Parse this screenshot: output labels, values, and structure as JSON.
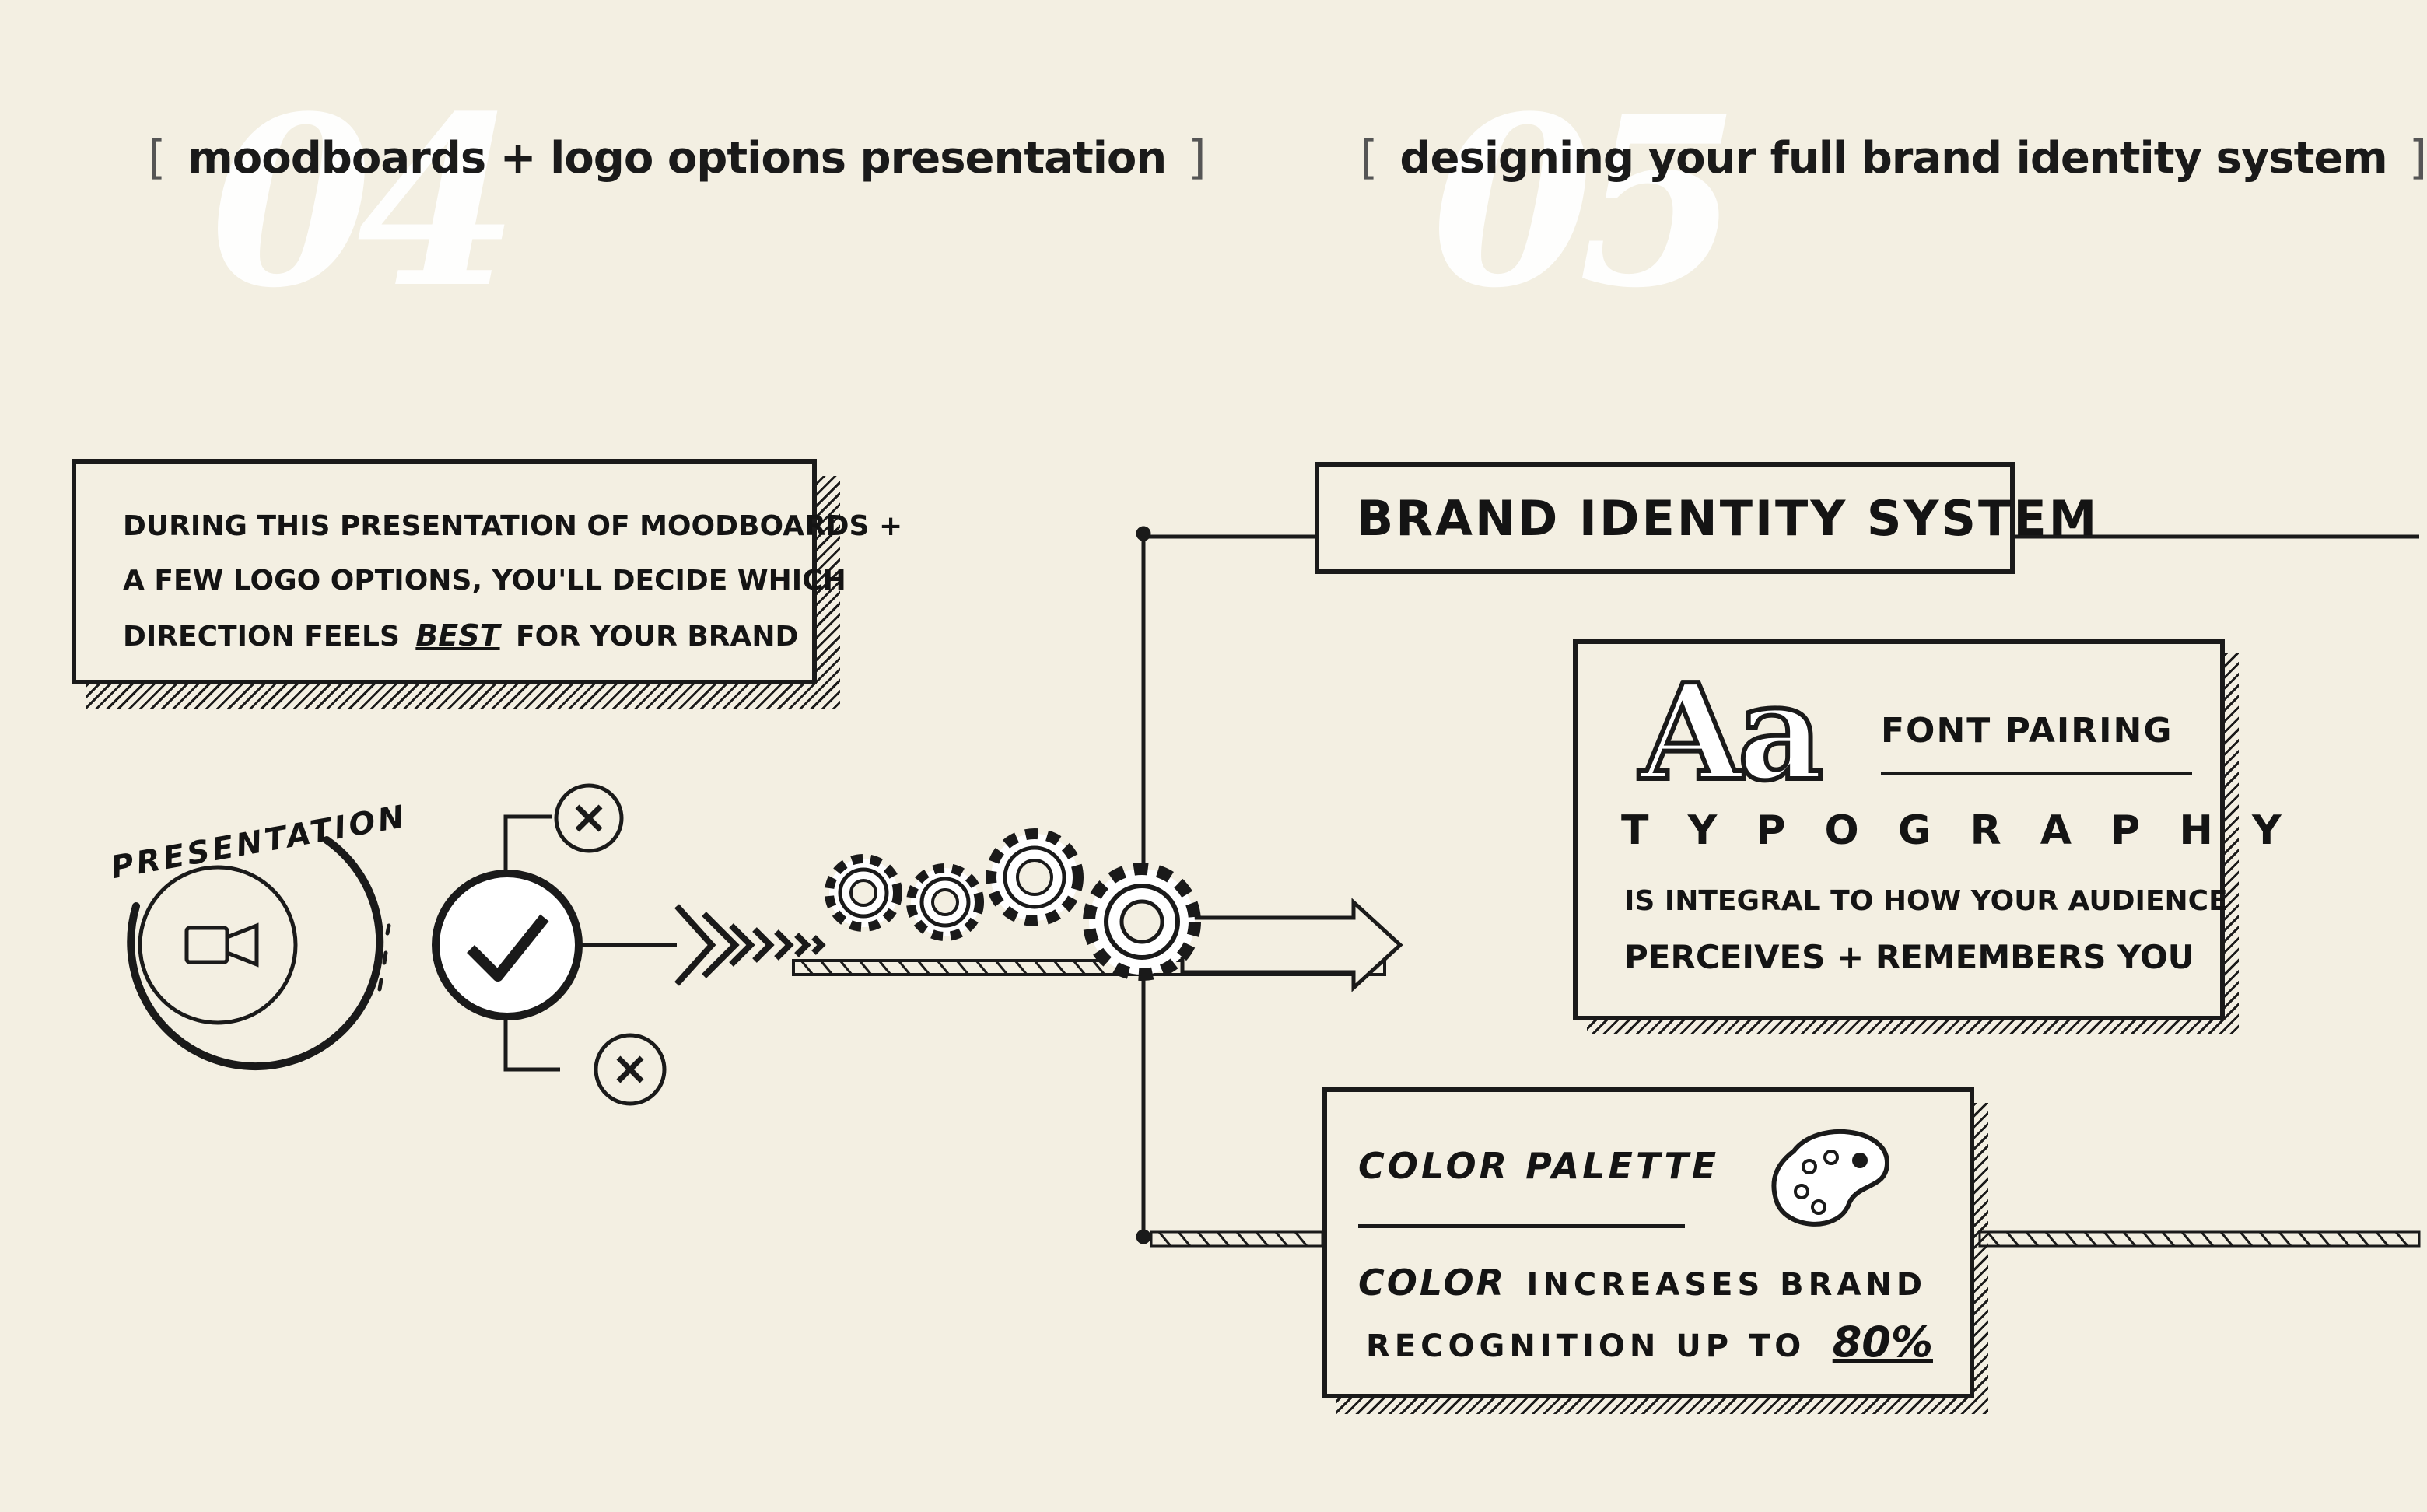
{
  "steps": {
    "left": {
      "number": "04",
      "title": "moodboards + logo options presentation"
    },
    "right": {
      "number": "05",
      "title": "designing your full brand identity system"
    }
  },
  "brackets": {
    "open": "[",
    "close": "]"
  },
  "presentation_note": {
    "line1": "During this presentation of moodboards +",
    "line2": "a few logo options, you'll decide which",
    "line3_pre": "direction feels",
    "line3_emph": "best",
    "line3_post": "for your brand"
  },
  "presentation_badge": {
    "label": "Presentation",
    "icon": "video-camera-icon"
  },
  "brand_system": {
    "title": "Brand Identity System"
  },
  "typography_card": {
    "glyph": "Aa",
    "subtitle": "Font Pairing",
    "title": "T y p o g r a p h y",
    "line1": "is integral to how your audience",
    "line2": "perceives + remembers you"
  },
  "color_card": {
    "title": "Color Palette",
    "line1_emph": "Color",
    "line1_rest": "increases brand",
    "line2": "recognition up to",
    "stat": "80%",
    "icon": "paint-palette-icon"
  },
  "colors": {
    "background": "#f3efe2",
    "ink": "#1a1a1a",
    "watermark": "#ffffff"
  }
}
